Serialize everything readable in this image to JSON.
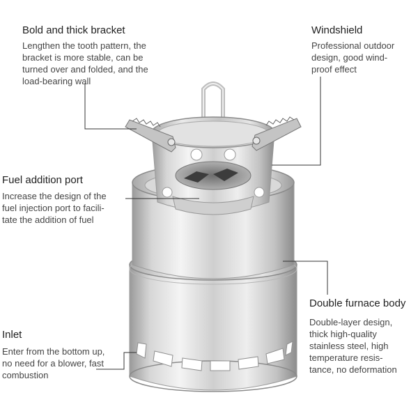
{
  "callouts": {
    "bracket": {
      "title": "Bold and thick bracket",
      "lines": [
        "Lengthen the tooth pattern, the",
        "bracket is more stable, can be",
        "turned over and folded, and the",
        "load-bearing wall"
      ]
    },
    "windshield": {
      "title": "Windshield",
      "lines": [
        "Professional outdoor",
        "design, good wind-",
        "proof effect"
      ]
    },
    "fuel_port": {
      "title": "Fuel addition port",
      "lines": [
        "Increase the design of the",
        "fuel injection port to facili-",
        "tate the addition of fuel"
      ]
    },
    "furnace": {
      "title": "Double furnace body",
      "lines": [
        "Double-layer design,",
        "thick high-quality",
        "stainless steel, high",
        "temperature resis-",
        "tance, no deformation"
      ]
    },
    "inlet": {
      "title": "Inlet",
      "lines": [
        "Enter from the bottom up,",
        "no need for a blower, fast",
        "combustion"
      ]
    }
  },
  "colors": {
    "leader_line": "#333333",
    "steel_light": "#f2f2f2",
    "steel_mid": "#c9c9c9",
    "steel_dark": "#8a8a8a"
  }
}
